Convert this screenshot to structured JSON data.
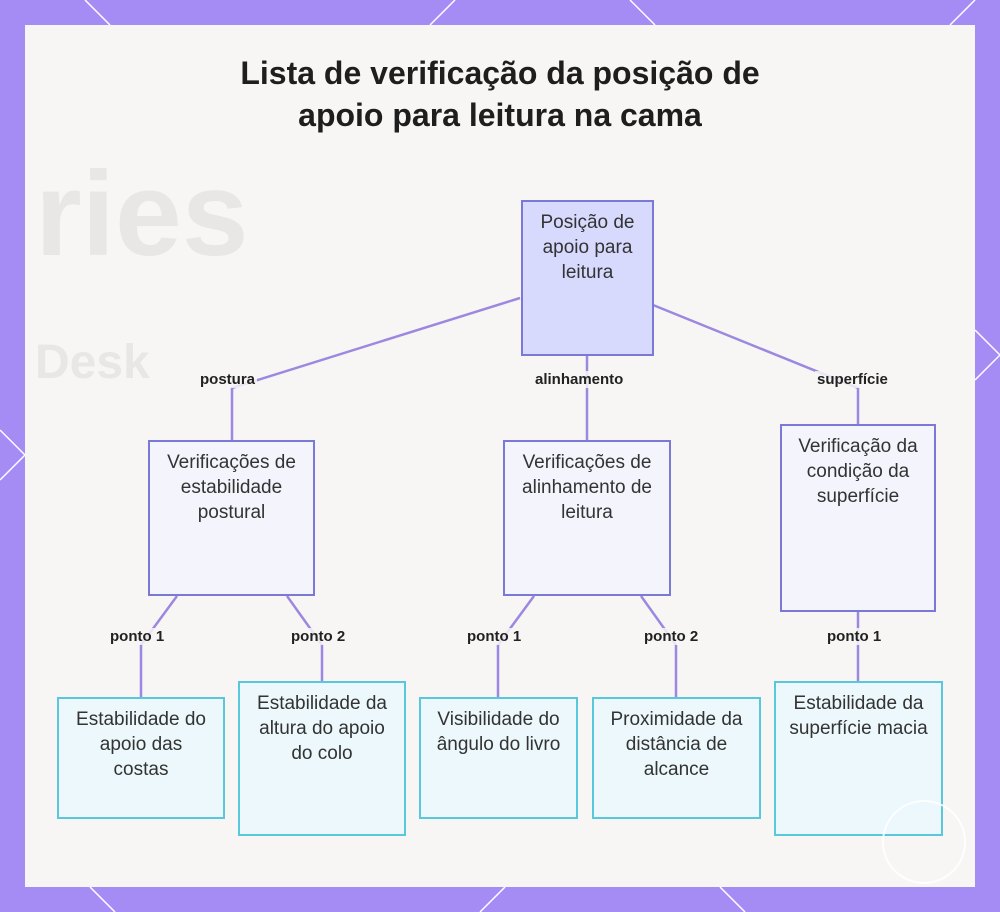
{
  "title": {
    "line1": "Lista de verificação da posição de",
    "line2": "apoio para leitura na cama"
  },
  "background_ghost": {
    "word1": "ries",
    "word2": "Desk"
  },
  "nodes": {
    "root": {
      "text": "Posição de apoio para leitura"
    },
    "postural": {
      "text": "Verificações de estabilidade postural"
    },
    "alinhamento": {
      "text": "Verificações de alinhamento de leitura"
    },
    "superficie": {
      "text": "Verificação da condição da superfície"
    },
    "leaf_costas": {
      "text": "Estabilidade do apoio das costas"
    },
    "leaf_colo": {
      "text": "Estabilidade da altura do apoio do colo"
    },
    "leaf_livro": {
      "text": "Visibilidade do ângulo do livro"
    },
    "leaf_alcance": {
      "text": "Proximidade da distância de alcance"
    },
    "leaf_macia": {
      "text": "Estabilidade da superfície macia"
    }
  },
  "edge_labels": {
    "postura": "postura",
    "alinhamento": "alinhamento",
    "superficie": "superfície",
    "ponto1_a": "ponto 1",
    "ponto2_a": "ponto 2",
    "ponto1_b": "ponto 1",
    "ponto2_b": "ponto 2",
    "ponto1_c": "ponto 1"
  },
  "colors": {
    "frame": "#a48cf4",
    "panel": "#f7f6f5",
    "root_fill": "#d7dafd",
    "mid_fill": "#f3f4fc",
    "leaf_fill": "#ecf8fb",
    "root_border": "#7b79d6",
    "leaf_border": "#5ac8dc",
    "edge": "#9d87e0"
  }
}
